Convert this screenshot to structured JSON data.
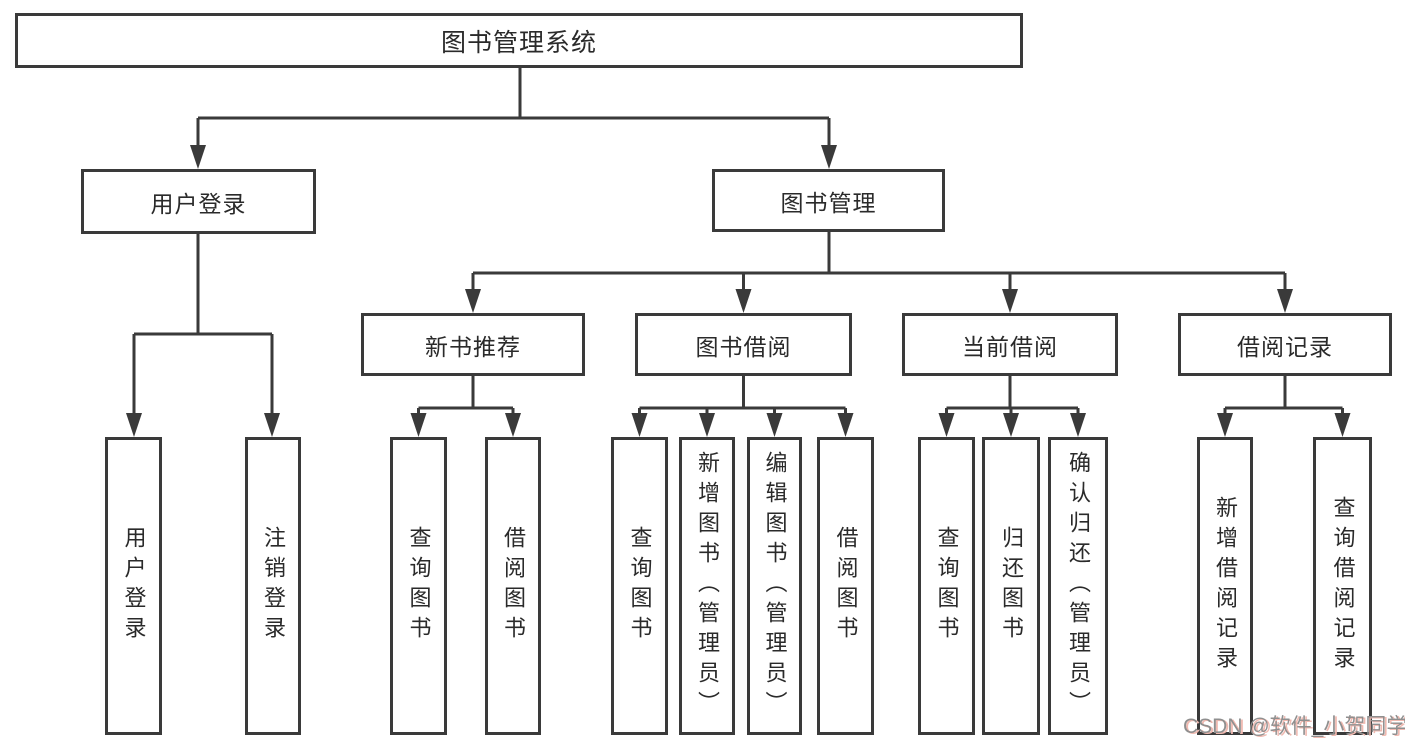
{
  "nodes": {
    "root": "图书管理系统",
    "user_login": "用户登录",
    "book_mgmt": "图书管理",
    "new_book_rec": "新书推荐",
    "book_borrow": "图书借阅",
    "current_borrow": "当前借阅",
    "borrow_records": "借阅记录",
    "leaf_user_login": "用户登录",
    "leaf_logout": "注销登录",
    "rec_query_books": "查询图书",
    "rec_borrow_books": "借阅图书",
    "bb_query_books": "查询图书",
    "bb_add_books": "新增图书（管理员）",
    "bb_edit_books": "编辑图书（管理员）",
    "bb_borrow_books": "借阅图书",
    "cb_query_books": "查询图书",
    "cb_return_books": "归还图书",
    "cb_confirm_return": "确认归还（管理员）",
    "br_add_record": "新增借阅记录",
    "br_query_record": "查询借阅记录"
  },
  "watermark": "CSDN @软件_小贺同学",
  "colors": {
    "line": "#3a3a3a",
    "text": "#2a2a2a",
    "watermark": "#8f8f8f",
    "background": "#ffffff"
  }
}
